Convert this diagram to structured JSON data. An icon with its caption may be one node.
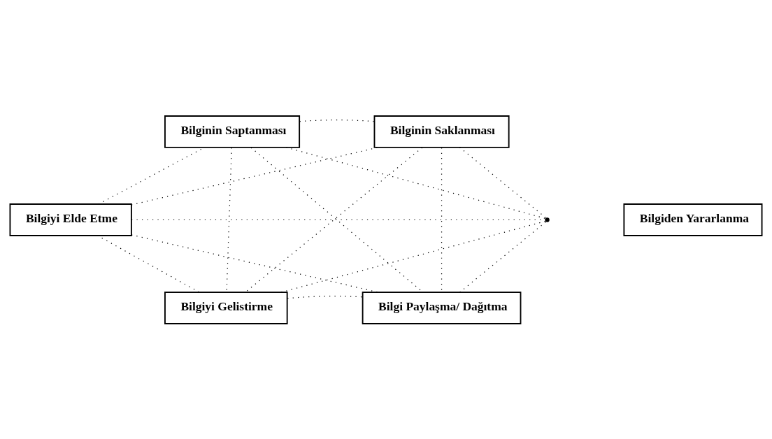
{
  "diagram": {
    "nodes": [
      {
        "text": [
          "Bilginin Saptanması"
        ]
      },
      {
        "text": [
          "Bilginin Saklanması"
        ]
      },
      {
        "text": [
          "Bilgiden Yararlanma"
        ]
      },
      {
        "text": [
          "Bilgiyi Elde Etme"
        ]
      },
      {
        "text": [
          "Bilgiyi Gelistirme"
        ]
      },
      {
        "text": [
          "Bilgi Paylaşma/ Dağıtma"
        ]
      },
      {
        "text": [],
        "shape": "point"
      }
    ],
    "edges": [
      {
        "from": 3,
        "to": 0,
        "arrow": "none",
        "style": "dashed"
      },
      {
        "from": 3,
        "to": 1,
        "arrow": "none",
        "style": "dashed"
      },
      {
        "from": 3,
        "to": 6,
        "arrow": "none",
        "style": "dashed"
      },
      {
        "from": 3,
        "to": 4,
        "arrow": "none",
        "style": "dashed"
      },
      {
        "from": 3,
        "to": 5,
        "arrow": "none",
        "style": "dashed"
      },
      {
        "from": 0,
        "to": 1,
        "arrow": "none",
        "style": "dashed"
      },
      {
        "from": 0,
        "to": 4,
        "arrow": "none",
        "style": "dashed"
      },
      {
        "from": 0,
        "to": 5,
        "arrow": "none",
        "style": "dashed"
      },
      {
        "from": 0,
        "to": 6,
        "arrow": "none",
        "style": "dashed"
      },
      {
        "from": 1,
        "to": 4,
        "arrow": "none",
        "style": "dashed"
      },
      {
        "from": 1,
        "to": 5,
        "arrow": "none",
        "style": "dashed"
      },
      {
        "from": 1,
        "to": 6,
        "arrow": "none",
        "style": "dashed"
      },
      {
        "from": 4,
        "to": 5,
        "arrow": "none",
        "style": "dashed"
      },
      {
        "from": 4,
        "to": 6,
        "arrow": "none",
        "style": "dashed"
      },
      {
        "from": 5,
        "to": 6,
        "arrow": "none",
        "style": "dashed"
      }
    ]
  }
}
